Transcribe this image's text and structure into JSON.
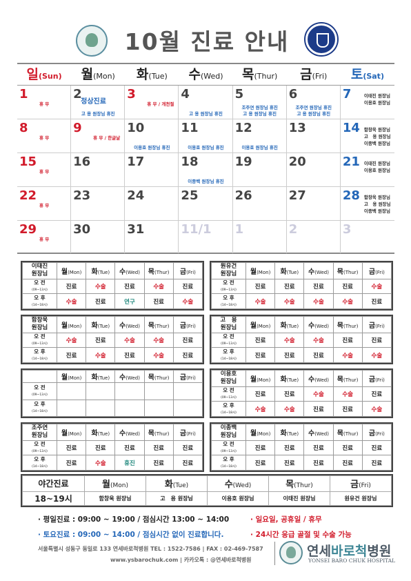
{
  "title": "10월 진료 안내",
  "days": [
    {
      "k": "일",
      "e": "(Sun)",
      "cls": "sun"
    },
    {
      "k": "월",
      "e": "(Mon)",
      "cls": ""
    },
    {
      "k": "화",
      "e": "(Tue)",
      "cls": ""
    },
    {
      "k": "수",
      "e": "(Wed)",
      "cls": ""
    },
    {
      "k": "목",
      "e": "(Thur)",
      "cls": ""
    },
    {
      "k": "금",
      "e": "(Fri)",
      "cls": ""
    },
    {
      "k": "토",
      "e": "(Sat)",
      "cls": "sat"
    }
  ],
  "weeks": [
    [
      {
        "n": "1",
        "c": "sun",
        "notes": [
          {
            "t": "휴 무",
            "cls": "red",
            "pos": "mid"
          }
        ]
      },
      {
        "n": "2",
        "c": "",
        "notes": [
          {
            "t": "정상진료",
            "cls": "blue",
            "pos": "big"
          },
          {
            "t": "고 용 원장님 휴진",
            "cls": "blue",
            "pos": "bot"
          }
        ]
      },
      {
        "n": "3",
        "c": "sun",
        "notes": [
          {
            "t": "휴 무 / 개천절",
            "cls": "red",
            "pos": "mid"
          }
        ]
      },
      {
        "n": "4",
        "c": "",
        "notes": [
          {
            "t": "고 용 원장님 휴진",
            "cls": "blue",
            "pos": "bot"
          }
        ]
      },
      {
        "n": "5",
        "c": "",
        "notes": [
          {
            "t": "조주연 원장님 휴진",
            "cls": "blue",
            "pos": "bot2"
          },
          {
            "t": "고 용 원장님 휴진",
            "cls": "blue",
            "pos": "bot"
          }
        ]
      },
      {
        "n": "6",
        "c": "",
        "notes": [
          {
            "t": "조주연 원장님 휴진",
            "cls": "blue",
            "pos": "bot2"
          },
          {
            "t": "고 용 원장님 휴진",
            "cls": "blue",
            "pos": "bot"
          }
        ]
      },
      {
        "n": "7",
        "c": "sat",
        "notes": [
          {
            "t": "이태진 원장님",
            "cls": "dark",
            "pos": "sat1"
          },
          {
            "t": "이용호 원장님",
            "cls": "dark",
            "pos": "sat2"
          }
        ]
      }
    ],
    [
      {
        "n": "8",
        "c": "sun",
        "notes": [
          {
            "t": "휴 무",
            "cls": "red",
            "pos": "mid"
          }
        ]
      },
      {
        "n": "9",
        "c": "sun",
        "notes": [
          {
            "t": "휴 무 / 한글날",
            "cls": "red",
            "pos": "mid"
          }
        ]
      },
      {
        "n": "10",
        "c": "",
        "notes": [
          {
            "t": "이용호 원장님 휴진",
            "cls": "blue",
            "pos": "bot"
          }
        ]
      },
      {
        "n": "11",
        "c": "",
        "notes": [
          {
            "t": "이용호 원장님 휴진",
            "cls": "blue",
            "pos": "bot"
          }
        ]
      },
      {
        "n": "12",
        "c": "",
        "notes": [
          {
            "t": "이용호 원장님 휴진",
            "cls": "blue",
            "pos": "bot"
          }
        ]
      },
      {
        "n": "13",
        "c": "",
        "notes": []
      },
      {
        "n": "14",
        "c": "sat",
        "notes": [
          {
            "t": "함창욱 원장님",
            "cls": "dark",
            "pos": "sat1"
          },
          {
            "t": "고　용 원장님",
            "cls": "dark",
            "pos": "sat2"
          },
          {
            "t": "이종백 원장님",
            "cls": "dark",
            "pos": "sat3"
          }
        ]
      }
    ],
    [
      {
        "n": "15",
        "c": "sun",
        "notes": [
          {
            "t": "휴 무",
            "cls": "red",
            "pos": "mid"
          }
        ]
      },
      {
        "n": "16",
        "c": "",
        "notes": []
      },
      {
        "n": "17",
        "c": "",
        "notes": []
      },
      {
        "n": "18",
        "c": "",
        "notes": [
          {
            "t": "이종백 원장님 휴진",
            "cls": "blue",
            "pos": "bot"
          }
        ]
      },
      {
        "n": "19",
        "c": "",
        "notes": []
      },
      {
        "n": "20",
        "c": "",
        "notes": []
      },
      {
        "n": "21",
        "c": "sat",
        "notes": [
          {
            "t": "이태진 원장님",
            "cls": "dark",
            "pos": "sat1"
          },
          {
            "t": "이용호 원장님",
            "cls": "dark",
            "pos": "sat2"
          }
        ]
      }
    ],
    [
      {
        "n": "22",
        "c": "sun",
        "notes": [
          {
            "t": "휴 무",
            "cls": "red",
            "pos": "mid"
          }
        ]
      },
      {
        "n": "23",
        "c": "",
        "notes": []
      },
      {
        "n": "24",
        "c": "",
        "notes": []
      },
      {
        "n": "25",
        "c": "",
        "notes": []
      },
      {
        "n": "26",
        "c": "",
        "notes": []
      },
      {
        "n": "27",
        "c": "",
        "notes": []
      },
      {
        "n": "28",
        "c": "sat",
        "notes": [
          {
            "t": "함창욱 원장님",
            "cls": "dark",
            "pos": "sat1"
          },
          {
            "t": "고　용 원장님",
            "cls": "dark",
            "pos": "sat2"
          },
          {
            "t": "이종백 원장님",
            "cls": "dark",
            "pos": "sat3"
          }
        ]
      }
    ],
    [
      {
        "n": "29",
        "c": "sun",
        "notes": [
          {
            "t": "휴 무",
            "cls": "red",
            "pos": "mid"
          }
        ]
      },
      {
        "n": "30",
        "c": "",
        "notes": []
      },
      {
        "n": "31",
        "c": "",
        "notes": []
      },
      {
        "n": "11/1",
        "c": "faint",
        "notes": []
      },
      {
        "n": "1",
        "c": "faint",
        "notes": []
      },
      {
        "n": "2",
        "c": "faint",
        "notes": []
      },
      {
        "n": "3",
        "c": "faint",
        "notes": []
      }
    ]
  ],
  "sched_days": [
    {
      "k": "월",
      "e": "(Mon)"
    },
    {
      "k": "화",
      "e": "(Tue)"
    },
    {
      "k": "수",
      "e": "(Wed)"
    },
    {
      "k": "목",
      "e": "(Thur)"
    },
    {
      "k": "금",
      "e": "(Fri)"
    }
  ],
  "periods": [
    {
      "name": "오 전",
      "time": "(09~13시)"
    },
    {
      "name": "오 후",
      "time": "(14~18시)"
    }
  ],
  "schedules": [
    {
      "doctor": [
        "이태진",
        "원장님"
      ],
      "am": [
        "진료",
        "수술",
        "진료",
        "수술",
        "진료"
      ],
      "pm": [
        "수술",
        "진료",
        "연구",
        "진료",
        "수술"
      ]
    },
    {
      "doctor": [
        "원유건",
        "원장님"
      ],
      "am": [
        "진료",
        "진료",
        "진료",
        "진료",
        "수술"
      ],
      "pm": [
        "수술",
        "수술",
        "수술",
        "수술",
        "진료"
      ]
    },
    {
      "doctor": [
        "함창욱",
        "원장님"
      ],
      "am": [
        "수술",
        "진료",
        "수술",
        "수술",
        "진료"
      ],
      "pm": [
        "진료",
        "수술",
        "진료",
        "수술",
        "진료"
      ]
    },
    {
      "doctor": [
        "고　용",
        "원장님"
      ],
      "am": [
        "진료",
        "수술",
        "수술",
        "진료",
        "진료"
      ],
      "pm": [
        "진료",
        "진료",
        "진료",
        "수술",
        "수술"
      ]
    },
    {
      "doctor": [
        "",
        ""
      ],
      "am": [
        "",
        "",
        "",
        "",
        ""
      ],
      "pm": [
        "",
        "",
        "",
        "",
        ""
      ]
    },
    {
      "doctor": [
        "이용호",
        "원장님"
      ],
      "am": [
        "진료",
        "진료",
        "수술",
        "수술",
        "진료"
      ],
      "pm": [
        "수술",
        "수술",
        "진료",
        "진료",
        "수술"
      ]
    },
    {
      "doctor": [
        "조주연",
        "원장님"
      ],
      "am": [
        "진료",
        "진료",
        "진료",
        "진료",
        "진료"
      ],
      "pm": [
        "진료",
        "수술",
        "휴진",
        "진료",
        "진료"
      ]
    },
    {
      "doctor": [
        "이종백",
        "원장님"
      ],
      "am": [
        "진료",
        "진료",
        "진료",
        "진료",
        "진료"
      ],
      "pm": [
        "진료",
        "진료",
        "진료",
        "진료",
        "진료"
      ]
    }
  ],
  "night": {
    "label": "야간진료",
    "hours": "18~19시",
    "days": [
      {
        "k": "월",
        "e": "(Mon)",
        "doc": "함창욱 원장님"
      },
      {
        "k": "화",
        "e": "(Tue)",
        "doc": "고　용 원장님"
      },
      {
        "k": "수",
        "e": "(Wed)",
        "doc": "이용호 원장님"
      },
      {
        "k": "목",
        "e": "(Thur)",
        "doc": "이태진 원장님"
      },
      {
        "k": "금",
        "e": "(Fri)",
        "doc": "원유건 원장님"
      }
    ]
  },
  "notes": {
    "weekday": "· 평일진료 : 09:00 ~ 19:00 / 점심시간 13:00 ~ 14:00",
    "saturday": "· 토요진료 : 09:00 ~ 14:00 / 점심시간 없이 진료합니다.",
    "holiday": "· 일요일, 공휴일 / 휴무",
    "emergency": "· 24시간 응급 골절 및 수술 가능"
  },
  "footer": {
    "address": "서울특별시 성동구 동일로 133 연세바로척병원   TEL : 1522-7586  |  FAX : 02-469-7587",
    "web": "www.ysbarochuk.com  |  카카오톡 : @연세바로척병원",
    "name_pre": "연세",
    "name_acc": "바로척",
    "name_post": "병원",
    "name_en": "YONSEI BARO CHUK HOSPITAL"
  },
  "colors": {
    "sunday": "#d11a2a",
    "saturday": "#2467b8",
    "surgery": "#d11a2a",
    "research": "#21897e",
    "teal_note": "#3f8796"
  }
}
